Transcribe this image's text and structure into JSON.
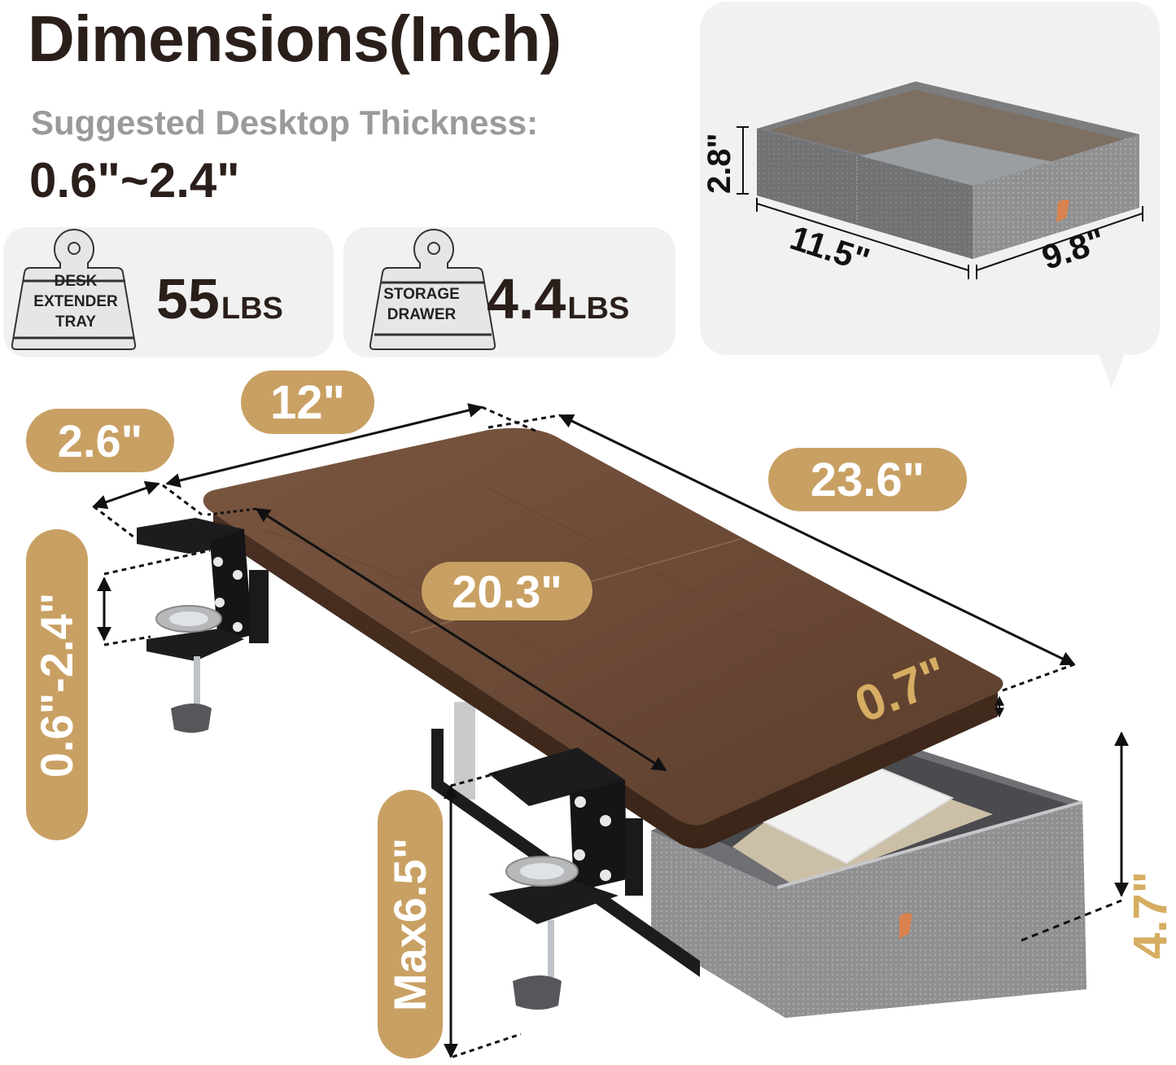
{
  "header": {
    "title": "Dimensions(Inch)",
    "subtitle": "Suggested Desktop Thickness:",
    "thickness_range": "0.6\"~2.4\""
  },
  "weight_cards": [
    {
      "icon": "weight-icon",
      "label_lines": [
        "DESK",
        "EXTENDER",
        "TRAY"
      ],
      "value": "55",
      "unit": "LBS"
    },
    {
      "icon": "weight-icon",
      "label_lines": [
        "STORAGE",
        "DRAWER"
      ],
      "value": "4.4",
      "unit": "LBS"
    }
  ],
  "drawer_callout": {
    "height": "2.8\"",
    "length": "11.5\"",
    "width": "9.8\""
  },
  "main_dimensions": {
    "clamp_depth": "2.6\"",
    "tray_depth": "12\"",
    "tray_length": "23.6\"",
    "inner_length": "20.3\"",
    "board_thickness": "0.7\"",
    "clamp_range": "0.6\"-2.4\"",
    "max_height": "Max6.5\"",
    "drawer_height": "4.7\""
  },
  "colors": {
    "pill": "#c9a063",
    "wood": "#6b4a35",
    "card_bg": "#f1f1f1",
    "drawer_gray": "#8d8e90",
    "handle": "#d9824f"
  }
}
